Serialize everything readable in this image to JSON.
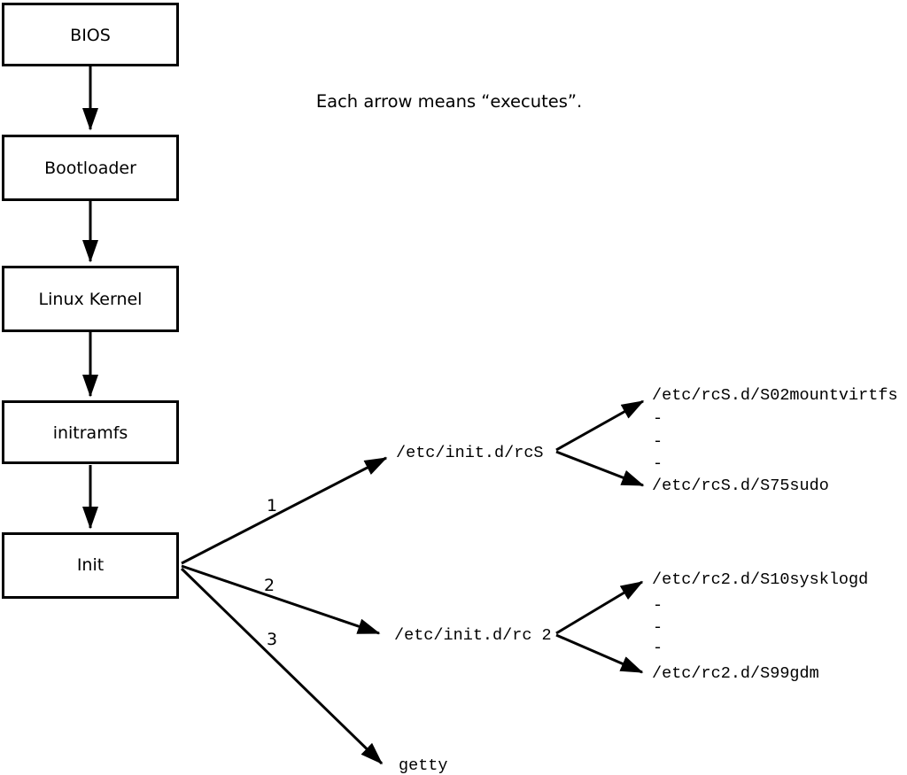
{
  "note": {
    "text": "Each arrow means “executes”."
  },
  "flow": {
    "boxes": [
      {
        "label": "BIOS"
      },
      {
        "label": "Bootloader"
      },
      {
        "label": "Linux Kernel"
      },
      {
        "label": "initramfs"
      },
      {
        "label": "Init"
      }
    ]
  },
  "init_children": [
    {
      "number": "1",
      "label": "/etc/init.d/rcS"
    },
    {
      "number": "2",
      "label": "/etc/init.d/rc 2"
    },
    {
      "number": "3",
      "label": "getty"
    }
  ],
  "rcS_children": {
    "first": "/etc/rcS.d/S02mountvirtfs",
    "dashes": [
      "-",
      "-",
      "-"
    ],
    "last": "/etc/rcS.d/S75sudo"
  },
  "rc2_children": {
    "first": "/etc/rc2.d/S10sysklogd",
    "dashes": [
      "-",
      "-",
      "-"
    ],
    "last": "/etc/rc2.d/S99gdm"
  },
  "colors": {
    "line": "#000000",
    "box_fill": "#ffffff",
    "text": "#000000",
    "background": "#ffffff"
  }
}
